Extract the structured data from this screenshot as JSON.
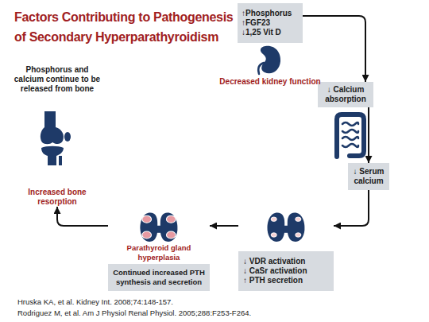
{
  "diagram": {
    "title": "Factors Contributing to Pathogenesis of Secondary Hyperparathyroidism",
    "nodes": [
      {
        "text": [
          "↑Phosphorus",
          "↑FGF23",
          "↓1,25 Vit D"
        ]
      },
      {
        "text": [
          "↓ Calcium absorption"
        ]
      },
      {
        "text": [
          "↓ Serum calcium"
        ]
      },
      {
        "text": [
          "↓ VDR activation",
          "↓ CaSr activation",
          "↑ PTH secretion"
        ]
      },
      {
        "text": [
          "Parathyroid gland hyperplasia",
          "Continued increased PTH synthesis and secretion"
        ]
      },
      {
        "text": [
          "Phosphorus and calcium continue to be released from bone",
          "Increased bone resorption"
        ]
      }
    ],
    "edges": [
      {
        "from": 0,
        "to": 1,
        "arrow": "to"
      },
      {
        "from": 1,
        "to": 2,
        "arrow": "to"
      },
      {
        "from": 2,
        "to": 3,
        "arrow": "to"
      },
      {
        "from": 3,
        "to": 4,
        "arrow": "to"
      },
      {
        "from": 4,
        "to": 5,
        "arrow": "to"
      }
    ],
    "labels": [
      "Decreased kidney function",
      "Hruska KA, et al. Kidney Int. 2008;74:148-157.",
      "Rodriguez M, et al. Am J Physiol Renal Physiol. 2005;288:F253-F264."
    ]
  }
}
